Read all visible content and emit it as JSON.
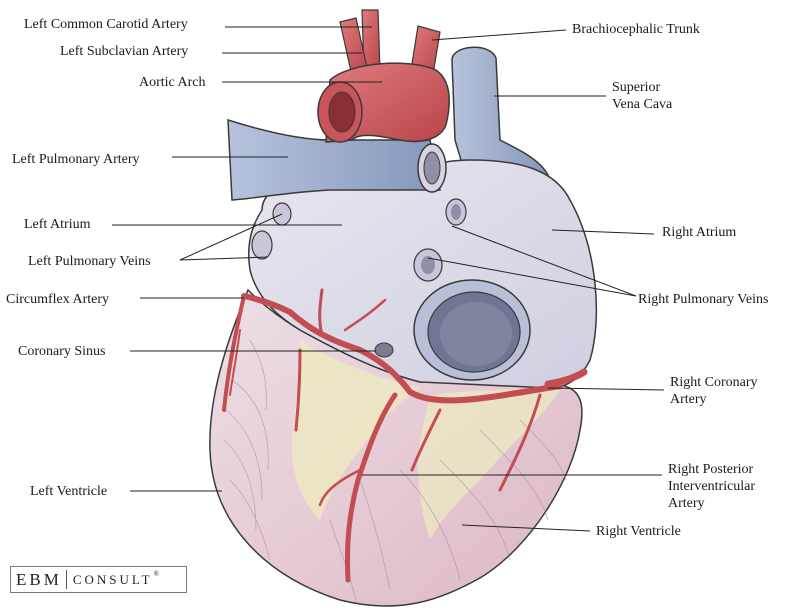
{
  "labels": {
    "left_common_carotid_artery": "Left Common Carotid Artery",
    "brachiocephalic_trunk": "Brachiocephalic Trunk",
    "left_subclavian_artery": "Left Subclavian Artery",
    "aortic_arch": "Aortic Arch",
    "superior_vena_cava": [
      "Superior",
      "Vena Cava"
    ],
    "left_pulmonary_artery": "Left Pulmonary Artery",
    "left_atrium": "Left Atrium",
    "right_atrium": "Right Atrium",
    "left_pulmonary_veins": "Left Pulmonary Veins",
    "circumflex_artery": "Circumflex Artery",
    "right_pulmonary_veins": "Right Pulmonary Veins",
    "coronary_sinus": "Coronary Sinus",
    "right_coronary_artery": [
      "Right Coronary",
      "Artery"
    ],
    "right_posterior_interventricular_artery": [
      "Right Posterior",
      "Interventricular",
      "Artery"
    ],
    "left_ventricle": "Left Ventricle",
    "right_ventricle": "Right Ventricle"
  },
  "logo": {
    "part1": "EBM",
    "part2": "CONSULT",
    "mark": "®"
  },
  "colors": {
    "artery": "#c9555a",
    "vein": "#9aa9c6",
    "myocardium": "#e9d3da",
    "fat": "#ece8c2",
    "atrium": "#dcdbe6",
    "outline": "#3a3a3a"
  }
}
